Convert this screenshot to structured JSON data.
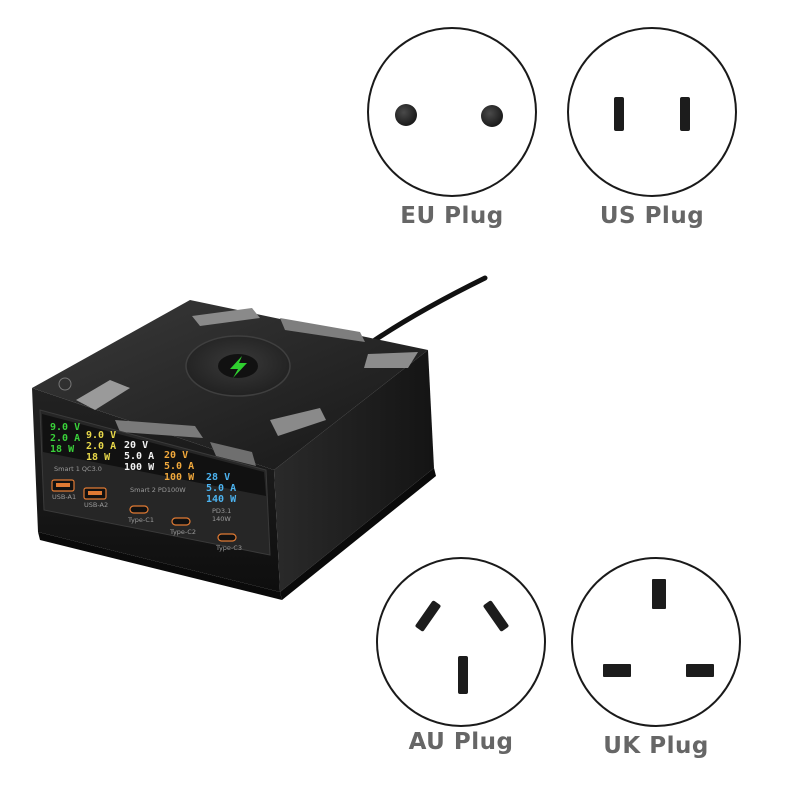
{
  "plugs": {
    "eu": {
      "label": "EU Plug"
    },
    "us": {
      "label": "US Plug"
    },
    "au": {
      "label": "AU Plug"
    },
    "uk": {
      "label": "UK Plug"
    }
  },
  "charger": {
    "displays": [
      {
        "v": "9.0",
        "a": "2.0",
        "w": "18",
        "color": "#3ad13a"
      },
      {
        "v": "9.0",
        "a": "2.0",
        "w": "18",
        "color": "#e8d84a"
      },
      {
        "v": "20",
        "a": "5.0",
        "w": "100",
        "color": "#f2f2f2"
      },
      {
        "v": "20",
        "a": "5.0",
        "w": "100",
        "color": "#f0a83c"
      },
      {
        "v": "28",
        "a": "5.0",
        "w": "140",
        "color": "#4cb3f0"
      }
    ],
    "units": {
      "v": "V",
      "a": "A",
      "w": "W"
    },
    "group_labels": {
      "group1": "Smart 1 QC3.0",
      "group2": "Smart 2 PD100W",
      "group3_line1": "PD3.1",
      "group3_line2": "140W"
    },
    "port_labels": {
      "a1": "USB-A1",
      "a2": "USB-A2",
      "c1": "Type-C1",
      "c2": "Type-C2",
      "c3": "Type-C3"
    },
    "colors": {
      "body": "#1d1d1d",
      "accent_wireless": "#2fcf2f",
      "port_orange": "#e07a33"
    }
  }
}
